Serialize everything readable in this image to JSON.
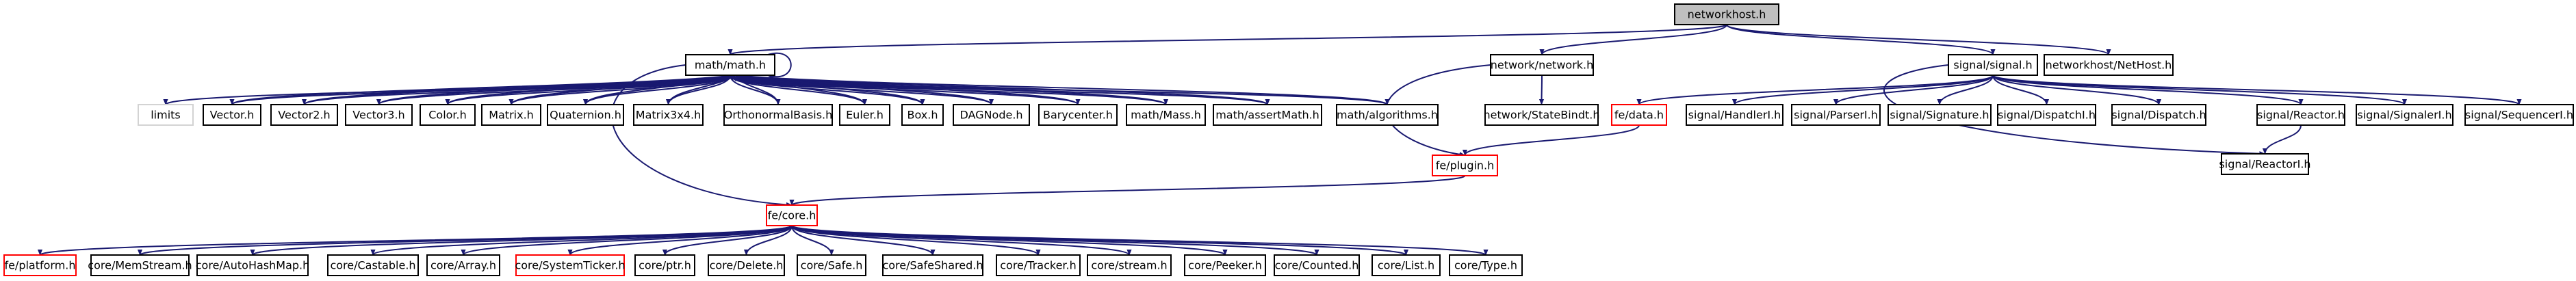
{
  "colors": {
    "edge": "#191970",
    "node_border": "#000000",
    "root_fill": "#bfbfbf",
    "missing_border": "#ff0000",
    "limits_border": "#d3d3d3"
  },
  "graph": {
    "root": "networkhost.h",
    "nodes": [
      {
        "id": "networkhost",
        "label": "networkhost.h",
        "kind": "root"
      },
      {
        "id": "math",
        "label": "math/math.h",
        "kind": "normal"
      },
      {
        "id": "network",
        "label": "network/network.h",
        "kind": "normal"
      },
      {
        "id": "signal",
        "label": "signal/signal.h",
        "kind": "normal"
      },
      {
        "id": "nethost",
        "label": "networkhost/NetHost.h",
        "kind": "normal"
      },
      {
        "id": "limits",
        "label": "limits",
        "kind": "system"
      },
      {
        "id": "vector",
        "label": "Vector.h",
        "kind": "normal"
      },
      {
        "id": "vector2",
        "label": "Vector2.h",
        "kind": "normal"
      },
      {
        "id": "vector3",
        "label": "Vector3.h",
        "kind": "normal"
      },
      {
        "id": "color",
        "label": "Color.h",
        "kind": "normal"
      },
      {
        "id": "matrix",
        "label": "Matrix.h",
        "kind": "normal"
      },
      {
        "id": "quaternion",
        "label": "Quaternion.h",
        "kind": "normal"
      },
      {
        "id": "matrix3x4",
        "label": "Matrix3x4.h",
        "kind": "normal"
      },
      {
        "id": "orthonormal",
        "label": "OrthonormalBasis.h",
        "kind": "normal"
      },
      {
        "id": "euler",
        "label": "Euler.h",
        "kind": "normal"
      },
      {
        "id": "box",
        "label": "Box.h",
        "kind": "normal"
      },
      {
        "id": "dagnode",
        "label": "DAGNode.h",
        "kind": "normal"
      },
      {
        "id": "barycenter",
        "label": "Barycenter.h",
        "kind": "normal"
      },
      {
        "id": "mathmass",
        "label": "math/Mass.h",
        "kind": "normal"
      },
      {
        "id": "mathassert",
        "label": "math/assertMath.h",
        "kind": "normal"
      },
      {
        "id": "mathalgo",
        "label": "math/algorithms.h",
        "kind": "normal"
      },
      {
        "id": "statebindt",
        "label": "network/StateBindt.h",
        "kind": "normal"
      },
      {
        "id": "fedata",
        "label": "fe/data.h",
        "kind": "missing"
      },
      {
        "id": "handlerl",
        "label": "signal/HandlerI.h",
        "kind": "normal"
      },
      {
        "id": "parserl",
        "label": "signal/ParserI.h",
        "kind": "normal"
      },
      {
        "id": "signature",
        "label": "signal/Signature.h",
        "kind": "normal"
      },
      {
        "id": "dispatchl",
        "label": "signal/DispatchI.h",
        "kind": "normal"
      },
      {
        "id": "dispatch",
        "label": "signal/Dispatch.h",
        "kind": "normal"
      },
      {
        "id": "reactor",
        "label": "signal/Reactor.h",
        "kind": "normal"
      },
      {
        "id": "signalerl",
        "label": "signal/SignalerI.h",
        "kind": "normal"
      },
      {
        "id": "sequencerl",
        "label": "signal/SequencerI.h",
        "kind": "normal"
      },
      {
        "id": "reactorl",
        "label": "signal/ReactorI.h",
        "kind": "normal"
      },
      {
        "id": "feplugin",
        "label": "fe/plugin.h",
        "kind": "missing"
      },
      {
        "id": "fecore",
        "label": "fe/core.h",
        "kind": "missing"
      },
      {
        "id": "feplatform",
        "label": "fe/platform.h",
        "kind": "missing"
      },
      {
        "id": "memstream",
        "label": "core/MemStream.h",
        "kind": "normal"
      },
      {
        "id": "autohashmap",
        "label": "core/AutoHashMap.h",
        "kind": "normal"
      },
      {
        "id": "castable",
        "label": "core/Castable.h",
        "kind": "normal"
      },
      {
        "id": "array",
        "label": "core/Array.h",
        "kind": "normal"
      },
      {
        "id": "systemticker",
        "label": "core/SystemTicker.h",
        "kind": "missing"
      },
      {
        "id": "ptr",
        "label": "core/ptr.h",
        "kind": "normal"
      },
      {
        "id": "delete",
        "label": "core/Delete.h",
        "kind": "normal"
      },
      {
        "id": "safe",
        "label": "core/Safe.h",
        "kind": "normal"
      },
      {
        "id": "safeshared",
        "label": "core/SafeShared.h",
        "kind": "normal"
      },
      {
        "id": "tracker",
        "label": "core/Tracker.h",
        "kind": "normal"
      },
      {
        "id": "stream",
        "label": "core/stream.h",
        "kind": "normal"
      },
      {
        "id": "peeker",
        "label": "core/Peeker.h",
        "kind": "normal"
      },
      {
        "id": "counted",
        "label": "core/Counted.h",
        "kind": "normal"
      },
      {
        "id": "list",
        "label": "core/List.h",
        "kind": "normal"
      },
      {
        "id": "type",
        "label": "core/Type.h",
        "kind": "normal"
      }
    ],
    "edges": [
      [
        "networkhost",
        "math"
      ],
      [
        "networkhost",
        "network"
      ],
      [
        "networkhost",
        "signal"
      ],
      [
        "networkhost",
        "nethost"
      ],
      [
        "math",
        "math"
      ],
      [
        "math",
        "limits"
      ],
      [
        "math",
        "vector"
      ],
      [
        "math",
        "vector2"
      ],
      [
        "math",
        "vector3"
      ],
      [
        "math",
        "color"
      ],
      [
        "math",
        "matrix"
      ],
      [
        "math",
        "quaternion"
      ],
      [
        "math",
        "matrix3x4"
      ],
      [
        "math",
        "orthonormal"
      ],
      [
        "math",
        "euler"
      ],
      [
        "math",
        "box"
      ],
      [
        "math",
        "dagnode"
      ],
      [
        "math",
        "barycenter"
      ],
      [
        "math",
        "mathmass"
      ],
      [
        "math",
        "mathassert"
      ],
      [
        "math",
        "mathalgo"
      ],
      [
        "math",
        "fecore"
      ],
      [
        "vector",
        "math"
      ],
      [
        "vector2",
        "math"
      ],
      [
        "vector3",
        "math"
      ],
      [
        "color",
        "math"
      ],
      [
        "matrix",
        "math"
      ],
      [
        "quaternion",
        "math"
      ],
      [
        "matrix3x4",
        "math"
      ],
      [
        "orthonormal",
        "math"
      ],
      [
        "euler",
        "math"
      ],
      [
        "box",
        "math"
      ],
      [
        "dagnode",
        "math"
      ],
      [
        "barycenter",
        "math"
      ],
      [
        "mathmass",
        "math"
      ],
      [
        "mathassert",
        "math"
      ],
      [
        "mathalgo",
        "math"
      ],
      [
        "network",
        "statebindt"
      ],
      [
        "network",
        "feplugin"
      ],
      [
        "signal",
        "fedata"
      ],
      [
        "signal",
        "handlerl"
      ],
      [
        "signal",
        "parserl"
      ],
      [
        "signal",
        "signature"
      ],
      [
        "signal",
        "dispatchl"
      ],
      [
        "signal",
        "dispatch"
      ],
      [
        "signal",
        "reactor"
      ],
      [
        "signal",
        "signalerl"
      ],
      [
        "signal",
        "sequencerl"
      ],
      [
        "signal",
        "reactorl"
      ],
      [
        "reactor",
        "reactorl"
      ],
      [
        "fedata",
        "feplugin"
      ],
      [
        "feplugin",
        "fecore"
      ],
      [
        "fecore",
        "feplatform"
      ],
      [
        "fecore",
        "memstream"
      ],
      [
        "fecore",
        "autohashmap"
      ],
      [
        "fecore",
        "castable"
      ],
      [
        "fecore",
        "array"
      ],
      [
        "fecore",
        "systemticker"
      ],
      [
        "fecore",
        "ptr"
      ],
      [
        "fecore",
        "delete"
      ],
      [
        "fecore",
        "safe"
      ],
      [
        "fecore",
        "safeshared"
      ],
      [
        "fecore",
        "tracker"
      ],
      [
        "fecore",
        "stream"
      ],
      [
        "fecore",
        "peeker"
      ],
      [
        "fecore",
        "counted"
      ],
      [
        "fecore",
        "list"
      ],
      [
        "fecore",
        "type"
      ]
    ]
  }
}
